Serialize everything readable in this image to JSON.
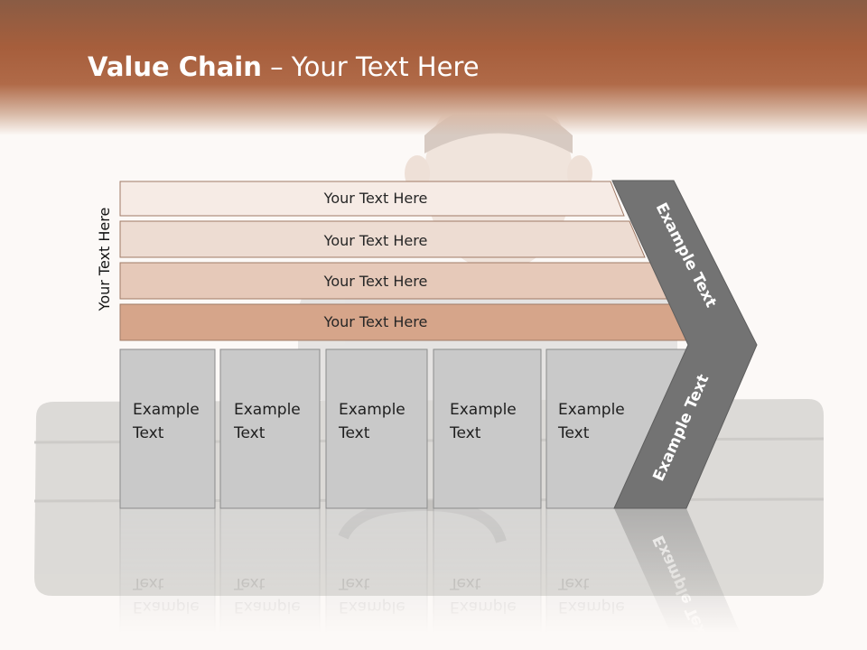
{
  "slide": {
    "title_bold": "Value Chain",
    "title_rest": " – Your Text Here",
    "side_label": "Your Text Here"
  },
  "bands": [
    {
      "label": "Your Text Here",
      "color": "#f6ebe5"
    },
    {
      "label": "Your Text Here",
      "color": "#eddcd2"
    },
    {
      "label": "Your Text Here",
      "color": "#e6c9b9"
    },
    {
      "label": "Your Text Here",
      "color": "#d6a58a"
    }
  ],
  "boxes": [
    {
      "line1": "Example",
      "line2": "Text"
    },
    {
      "line1": "Example",
      "line2": "Text"
    },
    {
      "line1": "Example",
      "line2": "Text"
    },
    {
      "line1": "Example",
      "line2": "Text"
    },
    {
      "line1": "Example",
      "line2": "Text"
    }
  ],
  "chevron": {
    "upper_label": "Example Text",
    "lower_label": "Example Text",
    "color": "#737373"
  },
  "colors": {
    "header": "#a65e3c",
    "box_fill": "#c9c9c9",
    "box_border": "#8c8c8c"
  }
}
